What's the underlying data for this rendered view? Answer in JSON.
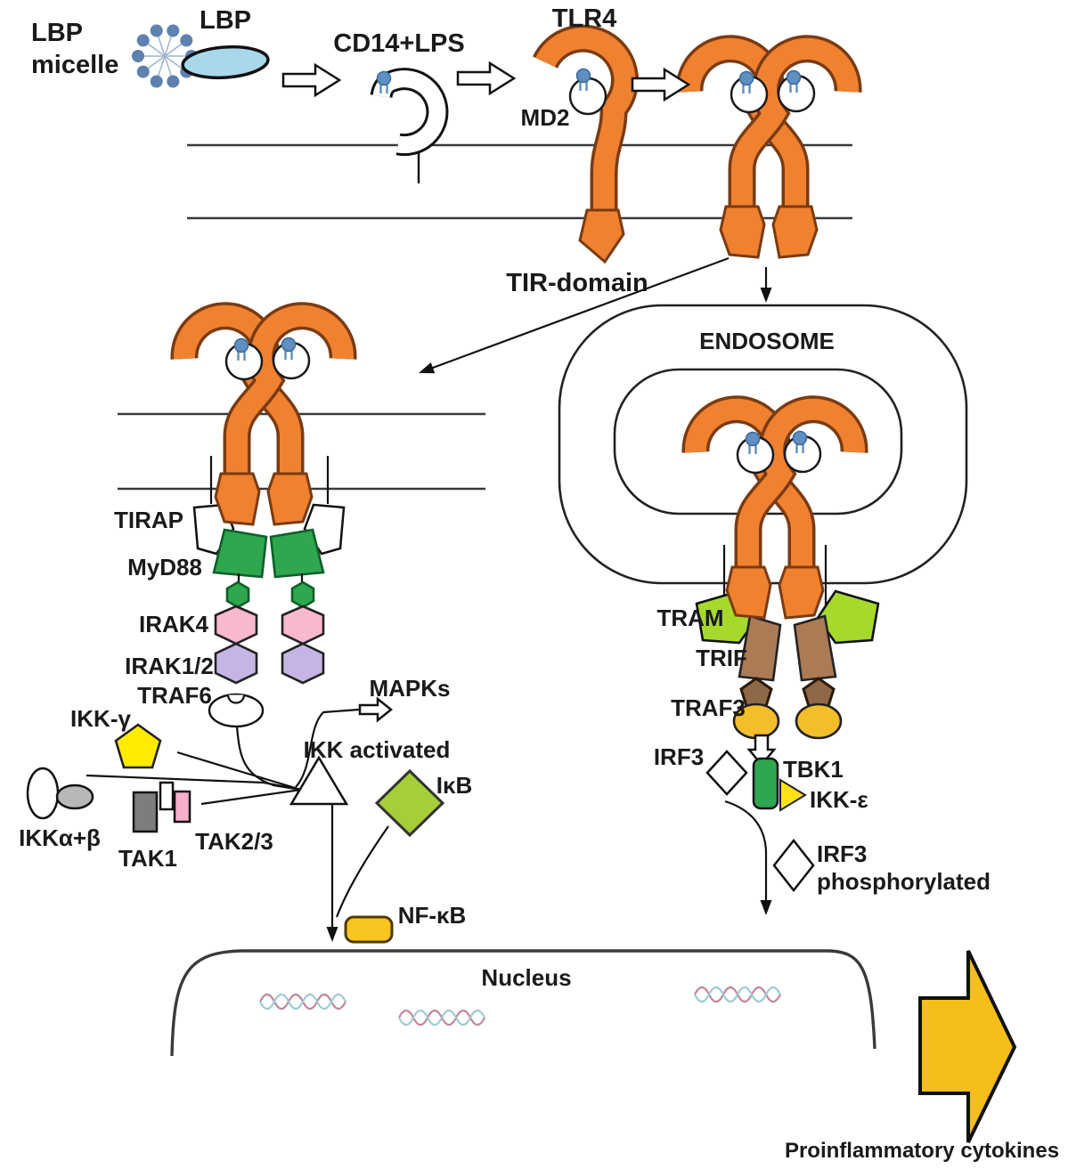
{
  "diagram": {
    "top": {
      "lbp_micelle_l1": "LBP",
      "lbp_micelle_l2": "micelle",
      "lbp": "LBP",
      "cd14_lps": "CD14+LPS",
      "tlr4": "TLR4",
      "md2": "MD2",
      "tir_domain": "TIR-domain"
    },
    "myd88_pathway": {
      "tirap": "TIRAP",
      "myd88": "MyD88",
      "irak4": "IRAK4",
      "irak12": "IRAK1/2",
      "traf6": "TRAF6",
      "ikk_gamma": "IKK-γ",
      "mapks": "MAPKs",
      "ikk_activated": "IKK activated",
      "ikb": "IκB",
      "ikk_ab": "IKKα+β",
      "tak1": "TAK1",
      "tak23": "TAK2/3",
      "nfkb": "NF-κB"
    },
    "trif_pathway": {
      "endosome": "ENDOSOME",
      "tram": "TRAM",
      "trif": "TRIF",
      "traf3": "TRAF3",
      "irf3": "IRF3",
      "tbk1": "TBK1",
      "ikk_epsilon": "IKK-ε",
      "irf3_phos_l1": "IRF3",
      "irf3_phos_l2": "phosphorylated"
    },
    "nucleus": {
      "label": "Nucleus"
    },
    "output": {
      "proinflammatory": "Proinflammatory cytokines"
    },
    "colors": {
      "tlr4_orange": "#F0812F",
      "tlr4_outline": "#7A3B12",
      "lbp_blue": "#A8D8EA",
      "lps_dot_blue": "#5E8FC0",
      "micelle_blue": "#5E81B0",
      "myd88_green": "#2EA74E",
      "irak4_pink": "#F8B8CE",
      "irak12_purple": "#C5B5E4",
      "ikk_gamma_yellow": "#FFEC00",
      "tak1_gray": "#7D7D7D",
      "ikkb_gray": "#B8B8B8",
      "tak23_pink": "#F6AECB",
      "ikb_lime": "#A5CE38",
      "nfkb_gold": "#F8C51E",
      "tram_lime": "#A6D92C",
      "trif_brown": "#AA7B55",
      "traf3_brown": "#8F6848",
      "traf3_gold": "#F4BE2B",
      "ikk_eps_yellow": "#FFE117",
      "cytokine_arrow_gold": "#F5BE18",
      "dna_pink": "#C4879A",
      "dna_blue": "#9FCBD8"
    }
  }
}
